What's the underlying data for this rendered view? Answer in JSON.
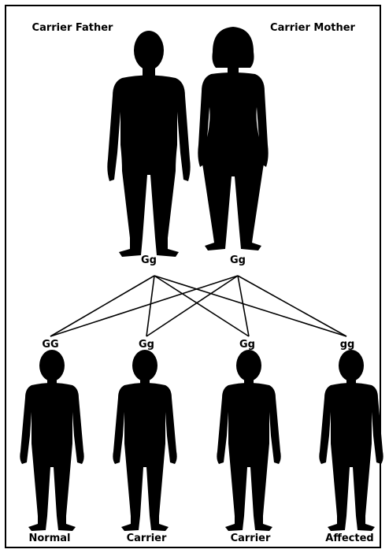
{
  "parents": {
    "father": {
      "label": "Carrier Father",
      "genotype": "Gg"
    },
    "mother": {
      "label": "Carrier Mother",
      "genotype": "Gg"
    }
  },
  "offspring": [
    {
      "genotype": "GG",
      "label": "Normal"
    },
    {
      "genotype": "Gg",
      "label": "Carrier"
    },
    {
      "genotype": "Gg",
      "label": "Carrier"
    },
    {
      "genotype": "gg",
      "label": "Affected"
    }
  ],
  "colors": {
    "silhouette": "#000000",
    "line": "#000000",
    "background": "#ffffff"
  },
  "icons": {
    "father": "male-silhouette-icon",
    "mother": "female-silhouette-icon",
    "child": "child-silhouette-icon"
  }
}
